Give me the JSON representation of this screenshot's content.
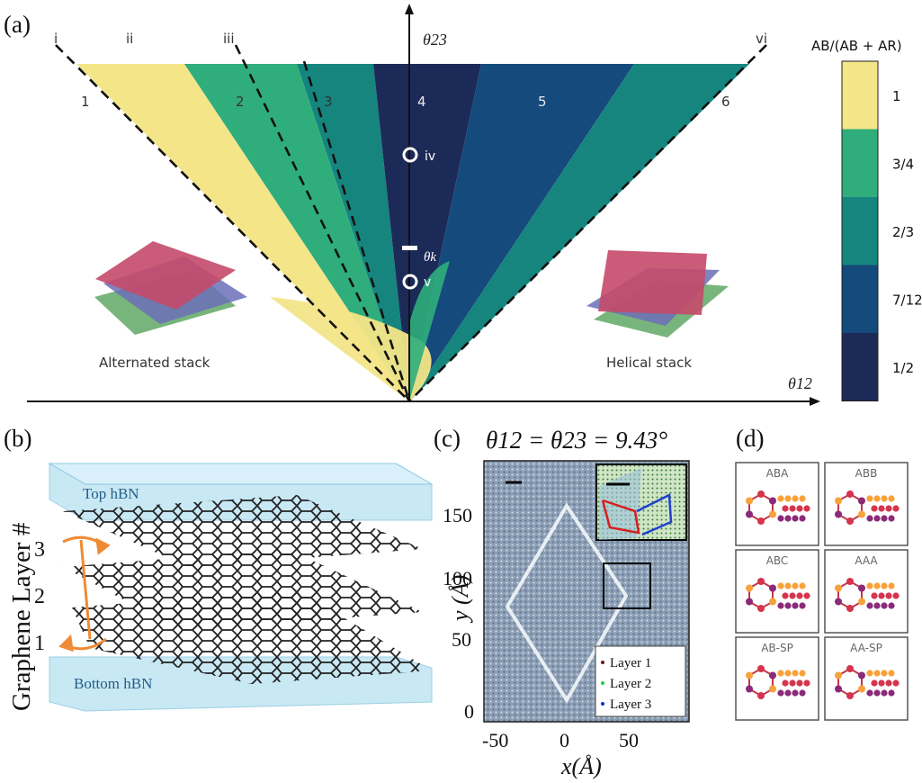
{
  "panel_a": {
    "label": "(a)",
    "axis_y": "θ23",
    "axis_x": "θ12",
    "line_labels": [
      "i",
      "ii",
      "iii",
      "vi"
    ],
    "region_numbers": [
      "1",
      "2",
      "3",
      "4",
      "5",
      "6"
    ],
    "markers": {
      "iv": "iv",
      "v": "v",
      "theta_k": "θk"
    },
    "stack_left": "Alternated stack",
    "stack_right": "Helical stack",
    "colorbar_title": "AB/(AB + AR)",
    "colorbar_levels": [
      {
        "label": "1",
        "color": "#f3e588"
      },
      {
        "label": "3/4",
        "color": "#2fae7c"
      },
      {
        "label": "2/3",
        "color": "#16857e"
      },
      {
        "label": "7/12",
        "color": "#144a7c"
      },
      {
        "label": "1/2",
        "color": "#1c2a58"
      }
    ]
  },
  "panel_b": {
    "label": "(b)",
    "top": "Top hBN",
    "bottom": "Bottom hBN",
    "ylabel": "Graphene Layer #",
    "layers": [
      "3",
      "2",
      "1"
    ]
  },
  "panel_c": {
    "label": "(c)",
    "title": "θ12 = θ23 = 9.43°",
    "xlabel": "x(Å)",
    "ylabel": "y (Å)",
    "xticks": [
      "-50",
      "0",
      "50"
    ],
    "yticks": [
      "150",
      "100",
      "50",
      "0"
    ],
    "legend": [
      {
        "label": "Layer 1",
        "color": "#6b1a1a"
      },
      {
        "label": "Layer 2",
        "color": "#22cc44"
      },
      {
        "label": "Layer 3",
        "color": "#1030d0"
      }
    ]
  },
  "panel_d": {
    "label": "(d)",
    "tiles": [
      "ABA",
      "ABB",
      "ABC",
      "AAA",
      "AB-SP",
      "AA-SP"
    ]
  }
}
